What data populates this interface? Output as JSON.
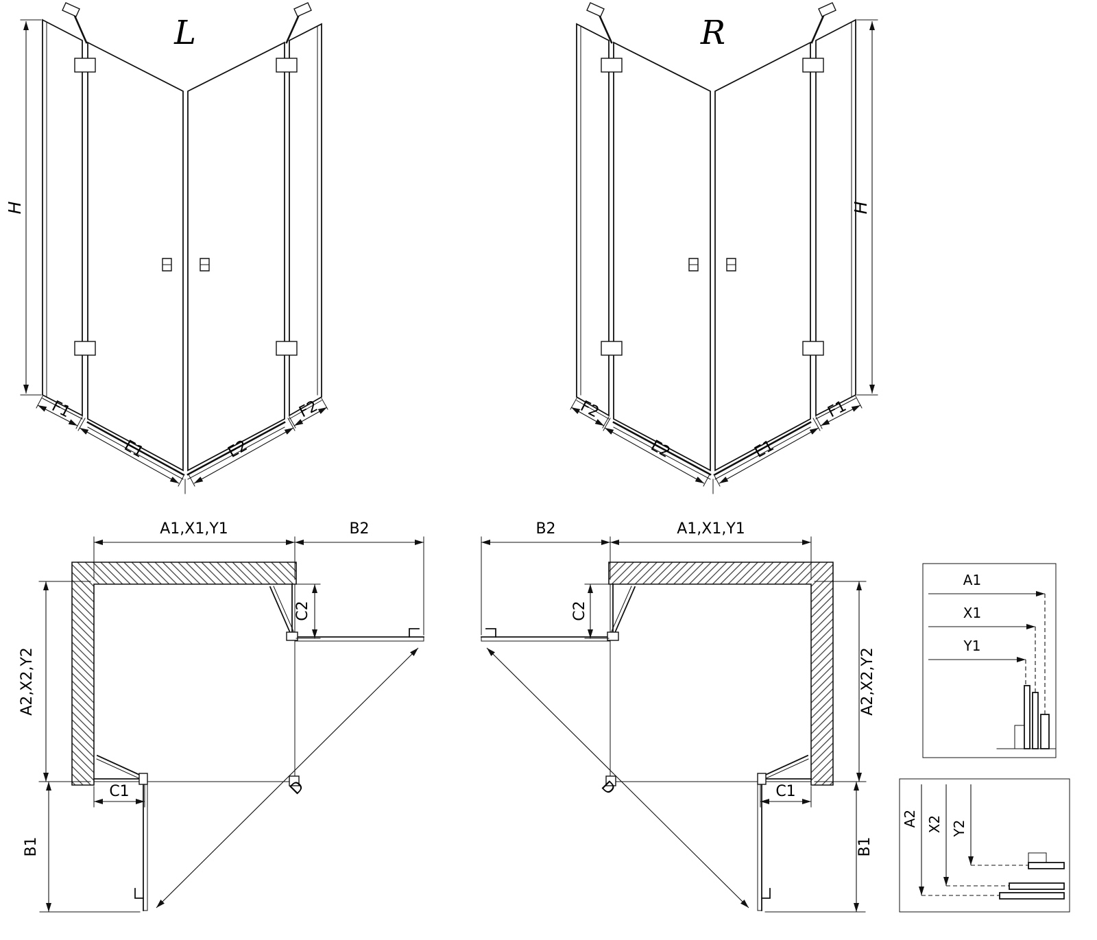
{
  "page": {
    "background": "#ffffff",
    "line_color": "#111111"
  },
  "iso_left": {
    "title": "L",
    "h": "H",
    "f1": "F1",
    "e1": "E1",
    "e2": "E2",
    "f2": "F2"
  },
  "iso_right": {
    "title": "R",
    "h": "H",
    "f1": "F1",
    "e1": "E1",
    "e2": "E2",
    "f2": "F2"
  },
  "plan_left": {
    "width_top": "A1,X1,Y1",
    "return_top": "B2",
    "depth_side": "A2,X2,Y2",
    "fixed_top": "C2",
    "fixed_bottom": "C1",
    "door_bottom": "B1",
    "diagonal": "D"
  },
  "plan_right": {
    "width_top": "A1,X1,Y1",
    "return_top": "B2",
    "depth_side": "A2,X2,Y2",
    "fixed_top": "C2",
    "fixed_bottom": "C1",
    "door_bottom": "B1",
    "diagonal": "D"
  },
  "detail_top": {
    "a1": "A1",
    "x1": "X1",
    "y1": "Y1"
  },
  "detail_bottom": {
    "a2": "A2",
    "x2": "X2",
    "y2": "Y2"
  }
}
